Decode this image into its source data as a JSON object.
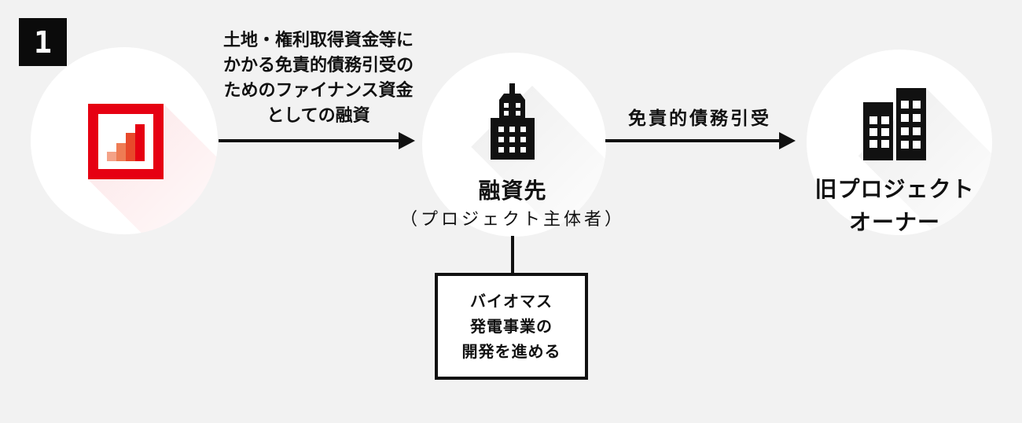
{
  "page": {
    "background_color": "#f2f2f2",
    "text_color": "#111111"
  },
  "badge": {
    "label": "1"
  },
  "bank_node": {
    "icon": "bar-chart-logo-icon",
    "accent_color": "#e60012",
    "bar_colors": [
      "#f4a287",
      "#ee7c54",
      "#e8492b",
      "#e60012"
    ]
  },
  "loan_arrow": {
    "label_lines": [
      "土地・権利取得資金等に",
      "かかる免責的債務引受の",
      "ためのファイナンス資金",
      "としての融資"
    ]
  },
  "borrower_node": {
    "icon": "office-building-icon",
    "label": "融資先",
    "sublabel": "（プロジェクト主体者）"
  },
  "debt_arrow": {
    "label": "免責的債務引受"
  },
  "owner_node": {
    "icon": "two-buildings-icon",
    "label_lines": [
      "旧プロジェクト",
      "オーナー"
    ]
  },
  "note_box": {
    "lines": [
      "バイオマス",
      "発電事業の",
      "開発を進める"
    ]
  }
}
